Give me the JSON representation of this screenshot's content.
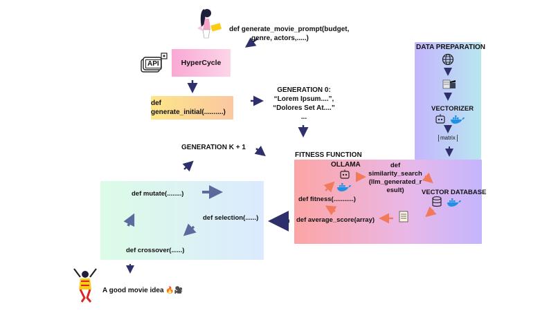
{
  "prompt": {
    "line1": "def generate_movie_prompt(budget,",
    "line2": "genre, actors,.....)"
  },
  "api_icon": {
    "label": "API"
  },
  "hypercycle": {
    "label": "HyperCycle"
  },
  "generate_initial": {
    "label": "def generate_initial(..........)"
  },
  "generation0": {
    "title": "GENERATION 0:",
    "line1": "“Lorem Ipsum....”,",
    "line2": "“Dolores Set At....”",
    "line3": "..."
  },
  "generation_k": {
    "label": "GENERATION K + 1"
  },
  "data_preparation": {
    "title": "DATA PREPARATION",
    "vectorizer": "VECTORIZER",
    "matrix": "matrix"
  },
  "fitness_function": {
    "title": "FITNESS FUNCTION",
    "ollama": "OLLAMA",
    "similarity_search": [
      "def",
      "similarity_search",
      "(llm_generated_r",
      "esult)"
    ],
    "vector_database": "VECTOR DATABASE",
    "fitness": "def fitness(...........)",
    "average_score": "def average_score(array)"
  },
  "evolution": {
    "mutate": "def mutate(........)",
    "selection": "def selection(......)",
    "crossover": "def crossover(......)"
  },
  "result": {
    "label": "A good movie idea 🔥🎥"
  },
  "colors": {
    "navy_arrow": "#2e2f6b",
    "salmon_arrow": "#f07a5a",
    "slate_arrow": "#5b6b9e",
    "docker_blue": "#1d91e6"
  }
}
